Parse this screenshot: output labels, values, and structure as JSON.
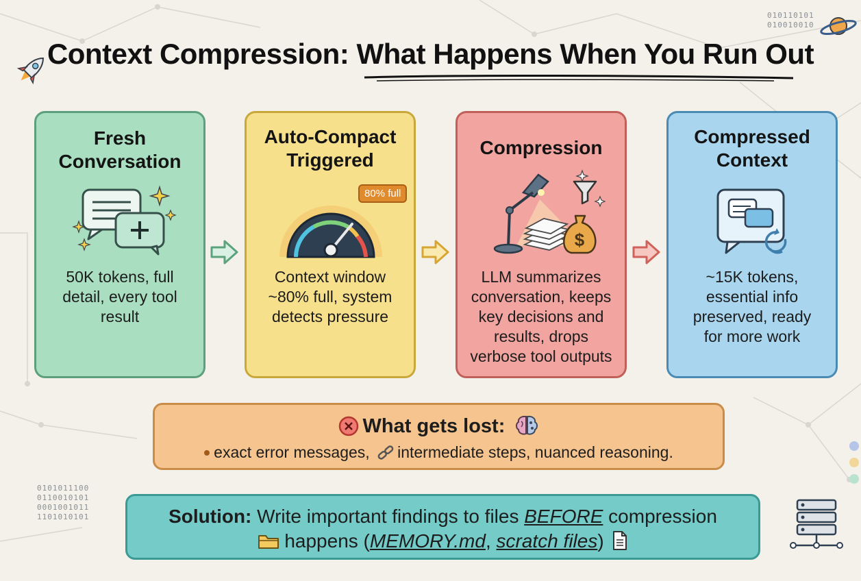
{
  "title": {
    "part1": "Context Compression: ",
    "part2": "What Happens When You Run Out"
  },
  "cards": [
    {
      "title_line1": "Fresh",
      "title_line2": "Conversation",
      "body": [
        "50K tokens, full",
        "detail, every tool",
        "result"
      ],
      "icon": "chat-bubbles-plus-icon"
    },
    {
      "title_line1": "Auto-Compact",
      "title_line2": "Triggered",
      "badge": "80% full",
      "body": [
        "Context window",
        "~80% full, system",
        "detects pressure"
      ],
      "icon": "gauge-icon"
    },
    {
      "title_line1": "Compression",
      "title_line2": "",
      "body": [
        "LLM summarizes",
        "conversation, keeps",
        "key decisions and",
        "results, drops",
        "verbose tool outputs"
      ],
      "icon": "lamp-documents-moneybag-icon"
    },
    {
      "title_line1": "Compressed",
      "title_line2": "Context",
      "body": [
        "~15K tokens,",
        "essential info",
        "preserved, ready",
        "for more work"
      ],
      "icon": "chat-refresh-icon"
    }
  ],
  "lost": {
    "heading": "What gets lost:",
    "items": "exact error messages,",
    "rest": "intermediate steps, nuanced reasoning."
  },
  "solution": {
    "label": "Solution:",
    "text1": " Write important findings to files ",
    "emph": "BEFORE",
    "text2": " compression",
    "text3": " happens (",
    "file1": "MEMORY.md",
    "sep": ", ",
    "file2": "scratch files",
    "text4": ")"
  },
  "binary": {
    "top_right": [
      "010110101",
      "010010010"
    ],
    "bottom_left": [
      "0101011100",
      "0110010101",
      "0001001011",
      "1101010101"
    ]
  },
  "colors": {
    "green": "#a9dfc0",
    "yellow": "#f7e08c",
    "red": "#f2a5a0",
    "blue": "#a9d6ee",
    "orange": "#f5c48f",
    "teal": "#74cbc7"
  }
}
